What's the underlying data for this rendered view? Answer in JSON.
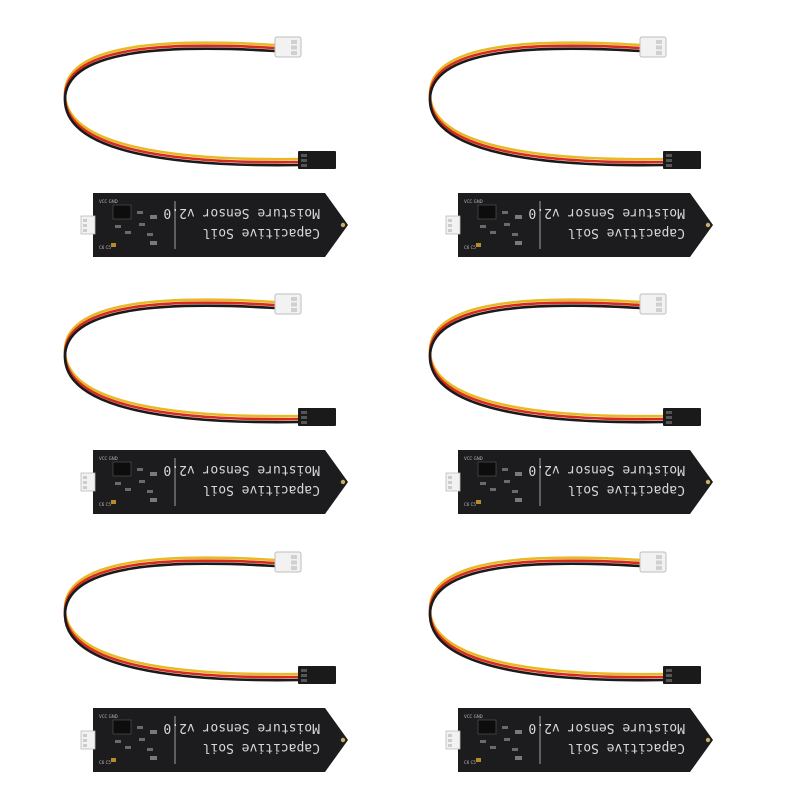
{
  "units": [
    {
      "col": 0,
      "row": 0
    },
    {
      "col": 1,
      "row": 0
    },
    {
      "col": 0,
      "row": 1
    },
    {
      "col": 1,
      "row": 1
    },
    {
      "col": 0,
      "row": 2
    },
    {
      "col": 1,
      "row": 2
    }
  ],
  "board": {
    "line1": "Capacitive Soil",
    "line2": "Moisture Sensor v2.0",
    "color": "#1c1c1e",
    "text_color": "#d8d8d8"
  },
  "wires": [
    "#e8b923",
    "#d62b1e",
    "#1a1a1a"
  ],
  "connector_color": "#f2f2f2",
  "dupont_color": "#1a1a1a"
}
